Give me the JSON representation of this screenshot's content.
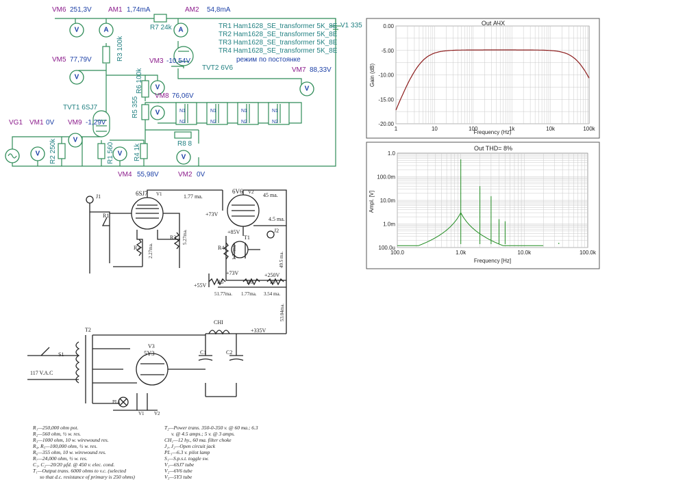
{
  "sim": {
    "vm6": {
      "name": "VM6",
      "value": "251,3V"
    },
    "am1": {
      "name": "AM1",
      "value": "1,74mA"
    },
    "r7": "R7 24k",
    "am2": {
      "name": "AM2",
      "value": "54,8mA"
    },
    "v1": "V1 335",
    "vm5": {
      "name": "VM5",
      "value": "77,79V"
    },
    "r3": "R3 100k",
    "vm3": {
      "name": "VM3",
      "value": "-10,54V"
    },
    "tvt2": "TVT2 6V6",
    "vm7": {
      "name": "VM7",
      "value": "88,33V"
    },
    "r6": "R6 100k",
    "vm8": {
      "name": "VM8",
      "value": "76,06V"
    },
    "r5": "R5 355",
    "tvt1": "TVT1 6SJ7",
    "vg1": "VG1",
    "vm1": {
      "name": "VM1",
      "value": "0V"
    },
    "vm9": {
      "name": "VM9",
      "value": "-1,29V"
    },
    "r2": "R2 250k",
    "r1": "R1 560",
    "r4": "R4 1k",
    "r8": "R8 8",
    "vm4": {
      "name": "VM4",
      "value": "55,98V"
    },
    "vm2": {
      "name": "VM2",
      "value": "0V"
    },
    "transformers": [
      "TR1 Ham1628_SE_transformer 5K_8E",
      "TR2 Ham1628_SE_transformer 5K_8E",
      "TR3 Ham1628_SE_transformer 5K_8E",
      "TR4 Ham1628_SE_transformer 5K_8E"
    ],
    "mode": "режим по постоянке",
    "n1": "N1",
    "n2": "N2"
  },
  "freq_plot": {
    "title": "Out АЧХ",
    "ylabel": "Gain (dB)",
    "xlabel": "Frequency (Hz)",
    "yticks": [
      "0.00",
      "-5.00",
      "-10.00",
      "-15.00",
      "-20.00"
    ],
    "xticks": [
      "1",
      "10",
      "100",
      "1k",
      "10k",
      "100k"
    ],
    "curve_color": "#8b1a1a"
  },
  "thd_plot": {
    "title": "Out  THD= 8%",
    "ylabel": "Ampl. [V]",
    "xlabel": "Frequency [Hz]",
    "yticks": [
      "1.0",
      "100.0m",
      "10.0m",
      "1.0m",
      "100.0u"
    ],
    "xticks": [
      "100.0",
      "1.0k",
      "10.0k",
      "100.0k"
    ],
    "curve_color": "#1e8a1e"
  },
  "old_schematic": {
    "labels": {
      "j1": "J1",
      "r1": "R1",
      "v1tube": "6SJ7",
      "v1": "V1",
      "r2": "R2",
      "r2val": "2.27ma.",
      "r3": "R3",
      "r3val": "5.27ma.",
      "i177": "1.77 ma.",
      "v6v6": "6V6",
      "v2": "V2",
      "i45": "45 ma.",
      "p73": "+73V",
      "i45b": "4.5 ma.",
      "p85": "+85V",
      "r4": "R4",
      "i177b": "1.77ma.",
      "t1": "T1",
      "j2": "J2",
      "p73b": "+73V",
      "i495": "49.5 ma.",
      "p250": "+250V",
      "r5": "R5",
      "r6": "R6",
      "r7": "R7",
      "p55": "+55V",
      "i5177": "51.77ma.",
      "i177c": "1.77ma.",
      "i354": "3.54 ma.",
      "i5304": "53.04ma.",
      "ch1": "CHI",
      "t2": "T2",
      "p335": "+335V",
      "v3": "V3",
      "y3": "5Y3",
      "s1": "S1",
      "vac": "117 V.A.C",
      "c1": "C1",
      "c2": "C2",
      "pl1": "PL1",
      "v1b": "V1",
      "v2b": "V2"
    },
    "legend": [
      "R₁—250,000 ohm pot.",
      "R₂—560 ohm, ½ w. res.",
      "R₃—1000 ohm, 10 w. wirewound res.",
      "R₄, R₅—100,000 ohm, ½ w. res.",
      "R₆—355 ohm, 10 w. wirewound res.",
      "R₇—24,000 ohm, ½ w. res.",
      "C₁, C₂—20/20 µfd. @ 450 v. elec. cond.",
      "T₁—Output trans. 6000 ohms to v.c. (selected",
      "so that d.c. resistance of primary is 250 ohms)"
    ],
    "legend2": [
      "T₂—Power trans. 350-0-350 v. @ 60 ma.; 6.3",
      "v. @ 4.5 amps.; 5 v. @ 3 amps.",
      "CH₁—12 hy., 60 ma. filter choke",
      "J₁, J₂—Open circuit jack",
      "PL₁—6.3 v. pilot lamp",
      "S₁—S.p.s.t. toggle sw.",
      "V₁—6SJ7 tube",
      "V₂—6V6 tube",
      "V₃—5Y3 tube"
    ]
  }
}
